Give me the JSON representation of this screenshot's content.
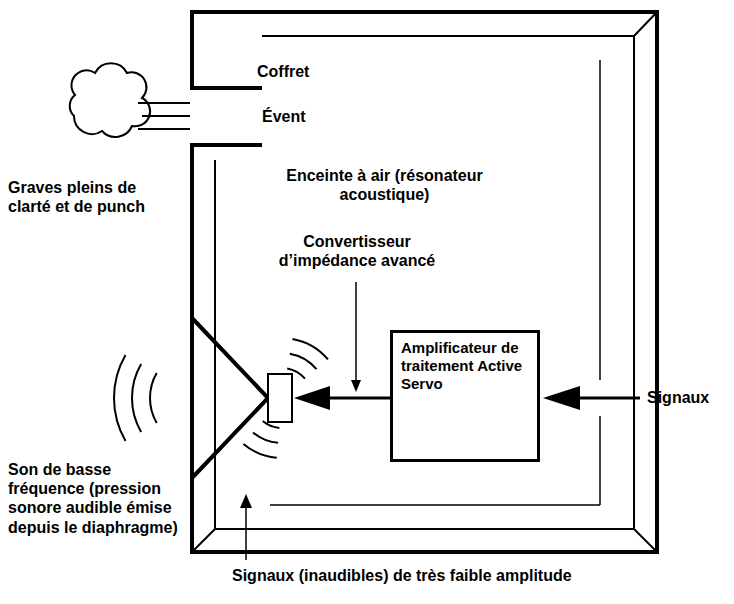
{
  "diagram": {
    "nodes": [
      {
        "text": [
          "Amplificateur de traitement Active Servo"
        ]
      }
    ],
    "labels": [
      "Coffret",
      "Évent",
      "Enceinte à air (résonateur acoustique)",
      "Convertisseur d’impédance avancé",
      "Signaux",
      "Graves pleins de clarté et de punch",
      "Son de basse fréquence (pression sonore audible émise depuis le diaphragme)",
      "Signaux (inaudibles) de très faible amplitude"
    ]
  }
}
